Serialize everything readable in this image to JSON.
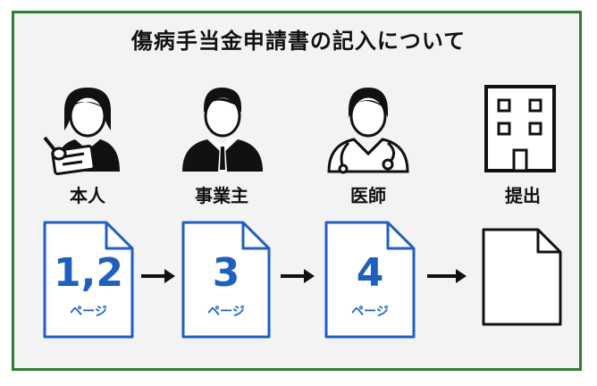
{
  "title": "傷病手当金申請書の記入について",
  "steps": [
    {
      "label": "本人",
      "icon": "person-writing-icon",
      "doc_number": "1,2",
      "doc_unit": "ページ"
    },
    {
      "label": "事業主",
      "icon": "businessman-icon",
      "doc_number": "3",
      "doc_unit": "ページ"
    },
    {
      "label": "医師",
      "icon": "doctor-icon",
      "doc_number": "4",
      "doc_unit": "ページ"
    },
    {
      "label": "提出",
      "icon": "building-icon",
      "doc_number": "",
      "doc_unit": ""
    }
  ],
  "colors": {
    "frame": "#2e7d32",
    "background": "#f3f3f3",
    "accent": "#1f5fbf",
    "ink": "#111111"
  }
}
